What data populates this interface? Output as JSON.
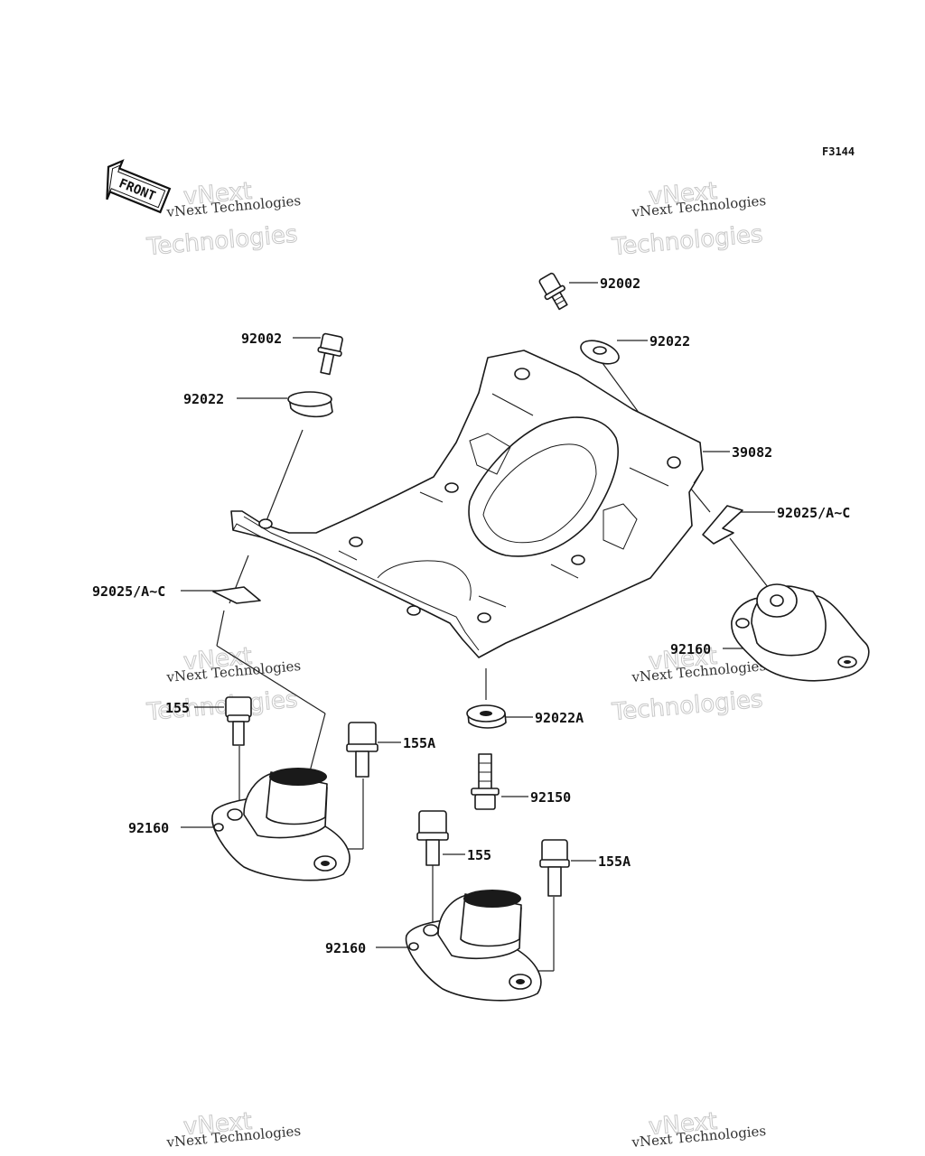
{
  "figure_code": "F3144",
  "front_label": "FRONT",
  "watermark": {
    "line1": "vNext Technologies",
    "line2": "Technologies",
    "top": "vNext"
  },
  "labels": [
    {
      "id": "l1",
      "text": "92002"
    },
    {
      "id": "l2",
      "text": "92022"
    },
    {
      "id": "l3",
      "text": "92002"
    },
    {
      "id": "l4",
      "text": "92022"
    },
    {
      "id": "l5",
      "text": "39082"
    },
    {
      "id": "l6",
      "text": "92025/A~C"
    },
    {
      "id": "l7",
      "text": "92025/A~C"
    },
    {
      "id": "l8",
      "text": "92160"
    },
    {
      "id": "l9",
      "text": "155"
    },
    {
      "id": "l10",
      "text": "155A"
    },
    {
      "id": "l11",
      "text": "92022A"
    },
    {
      "id": "l12",
      "text": "92150"
    },
    {
      "id": "l13",
      "text": "92160"
    },
    {
      "id": "l14",
      "text": "155"
    },
    {
      "id": "l15",
      "text": "155A"
    },
    {
      "id": "l16",
      "text": "92160"
    }
  ]
}
